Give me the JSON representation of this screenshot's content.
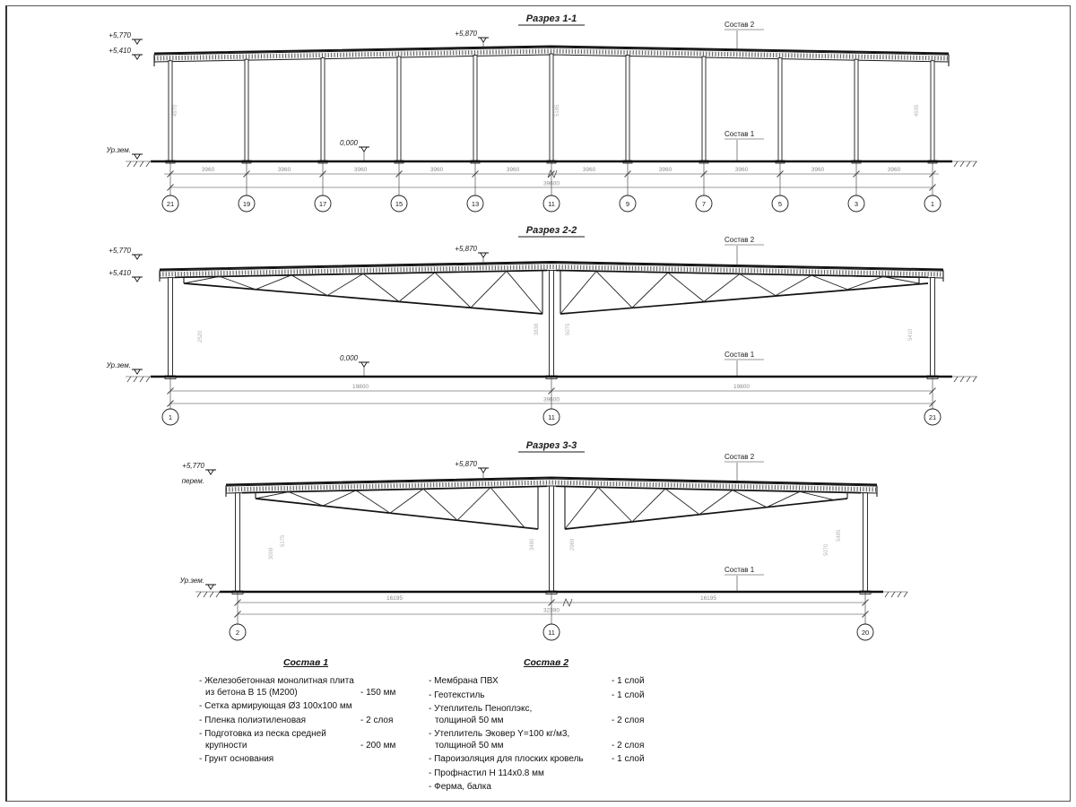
{
  "sections": {
    "s1": {
      "title": "Разрез 1-1",
      "elev": {
        "top": "+5,770",
        "mid": "+5,410",
        "ground": "Ур.зем.",
        "ridge": "+5,870",
        "zero": "0,000"
      },
      "callouts": {
        "top": "Состав 2",
        "floor": "Состав 1"
      },
      "axes": [
        "21",
        "19",
        "17",
        "15",
        "13",
        "11",
        "9",
        "7",
        "5",
        "3",
        "1"
      ],
      "span_dims": [
        "3960",
        "3960",
        "3960",
        "3960",
        "3960",
        "3960",
        "3960",
        "3960",
        "3960",
        "3960"
      ],
      "total_dim": "39600",
      "vert_dims": [
        "4970",
        "5185",
        "4935"
      ]
    },
    "s2": {
      "title": "Разрез 2-2",
      "elev": {
        "top": "+5,770",
        "mid": "+5,410",
        "ground": "Ур.зем.",
        "ridge": "+5,870",
        "zero": "0,000"
      },
      "callouts": {
        "top": "Состав 2",
        "floor": "Состав 1"
      },
      "axes": [
        "1",
        "11",
        "21"
      ],
      "span_dims": [
        "19800",
        "19800"
      ],
      "total_dim": "39600",
      "vert_dims": [
        "2520",
        "3838",
        "5075",
        "5410"
      ]
    },
    "s3": {
      "title": "Разрез 3-3",
      "elev": {
        "top": "+5,770",
        "note": "перем.",
        "ground": "Ур.зем.",
        "ridge": "+5,870"
      },
      "callouts": {
        "top": "Состав 2",
        "floor": "Состав 1"
      },
      "axes": [
        "2",
        "11",
        "20"
      ],
      "span_dims": [
        "16195",
        "16195"
      ],
      "total_dim": "32390",
      "vert_dims": [
        "3008",
        "5175",
        "3480",
        "2969",
        "5070",
        "5485"
      ]
    }
  },
  "legend1": {
    "title": "Состав 1",
    "items": [
      {
        "text": "- Железобетонная  монолитная плита",
        "text2": "из бетона В 15 (М200)",
        "value": "- 150 мм"
      },
      {
        "text": "- Сетка армирующая Ø3 100x100 мм",
        "text2": "",
        "value": ""
      },
      {
        "text": "- Пленка полиэтиленовая",
        "text2": "",
        "value": "- 2 слоя"
      },
      {
        "text": "- Подготовка из песка средней",
        "text2": "крупности",
        "value": "- 200 мм"
      },
      {
        "text": "- Грунт основания",
        "text2": "",
        "value": ""
      }
    ]
  },
  "legend2": {
    "title": "Состав 2",
    "items": [
      {
        "text": "- Мембрана ПВХ",
        "text2": "",
        "value": "- 1 слой"
      },
      {
        "text": "- Геотекстиль",
        "text2": "",
        "value": "- 1 слой"
      },
      {
        "text": "- Утеплитель Пеноплэкс,",
        "text2": "толщиной 50 мм",
        "value": "- 2 слоя"
      },
      {
        "text": "- Утеплитель Эковер Y=100 кг/м3,",
        "text2": "толщиной 50 мм",
        "value": "- 2 слоя"
      },
      {
        "text": "- Пароизоляция для плоских кровель",
        "text2": "",
        "value": "- 1 слой"
      },
      {
        "text": "- Профнастил Н 114х0.8 мм",
        "text2": "",
        "value": ""
      },
      {
        "text": "- Ферма, балка",
        "text2": "",
        "value": ""
      }
    ]
  }
}
